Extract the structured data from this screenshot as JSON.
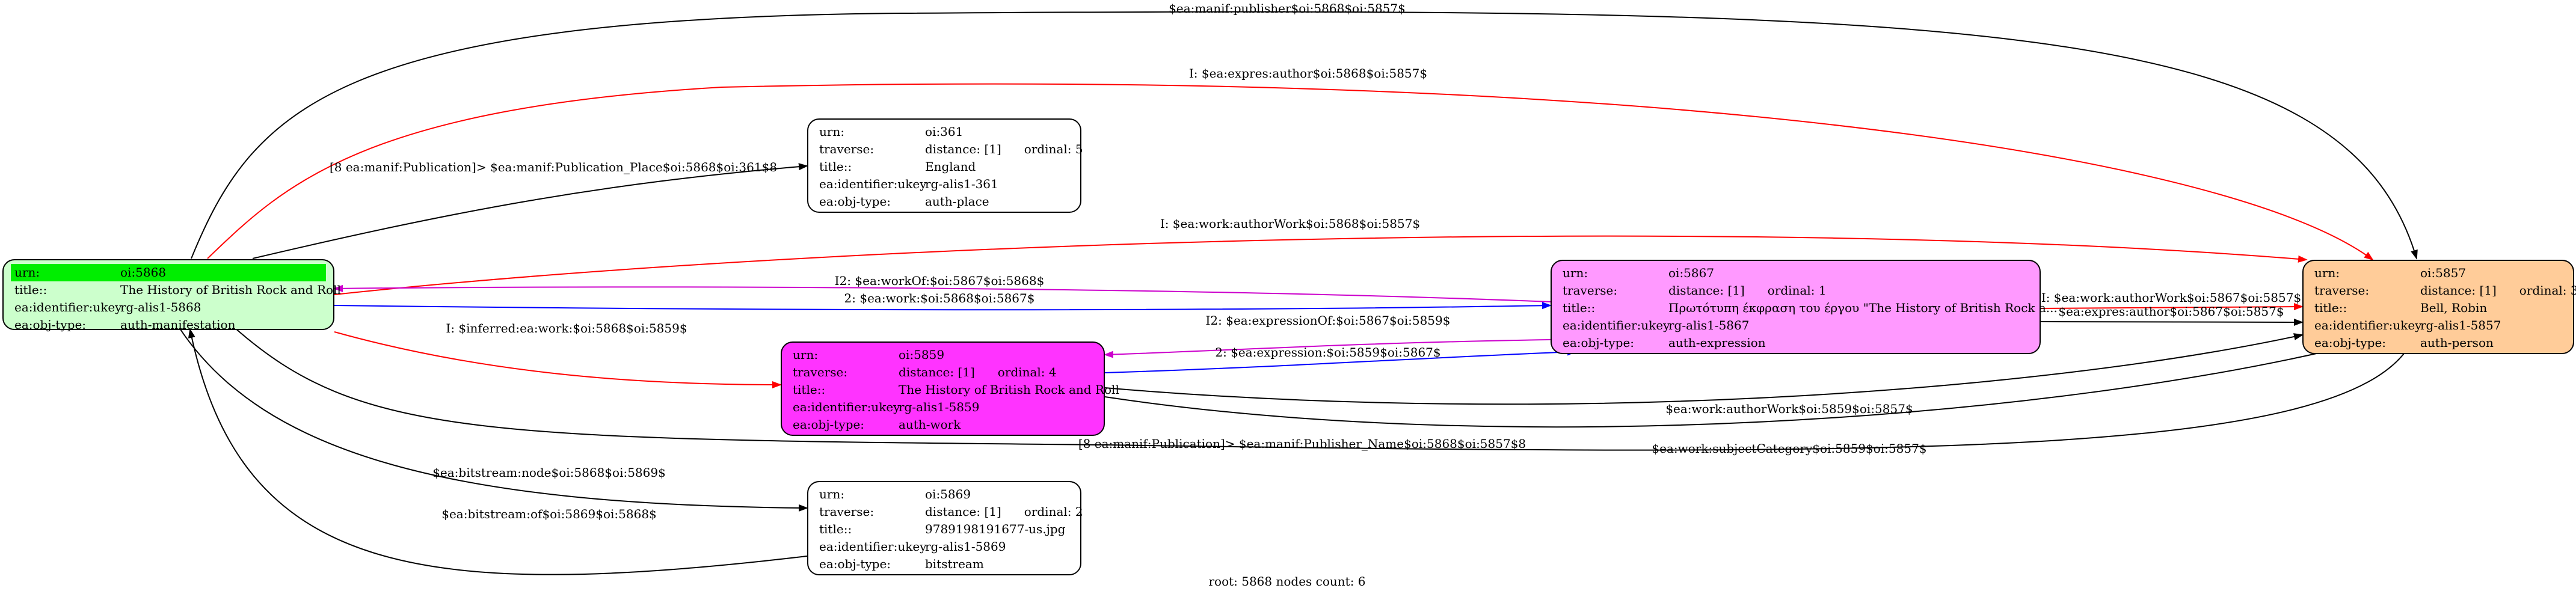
{
  "nodes": {
    "n5868": {
      "rows": [
        {
          "k": "urn:",
          "v": "oi:5868"
        },
        {
          "k": "title::",
          "v": "The History of British Rock and Roll"
        },
        {
          "k": "ea:identifier:ukey",
          "v": "rg-alis1-5868"
        },
        {
          "k": "ea:obj-type:",
          "v": "auth-manifestation"
        }
      ],
      "fill": "#ccffcc",
      "highlight": "#00ee00"
    },
    "n361": {
      "rows": [
        {
          "k": "urn:",
          "v": "oi:361"
        },
        {
          "k": "traverse:",
          "v": "distance: [1]",
          "o": "ordinal: 5"
        },
        {
          "k": "title::",
          "v": "England"
        },
        {
          "k": "ea:identifier:ukey",
          "v": "rg-alis1-361"
        },
        {
          "k": "ea:obj-type:",
          "v": "auth-place"
        }
      ],
      "fill": "#ffffff"
    },
    "n5867": {
      "rows": [
        {
          "k": "urn:",
          "v": "oi:5867"
        },
        {
          "k": "traverse:",
          "v": "distance: [1]",
          "o": "ordinal: 1"
        },
        {
          "k": "title::",
          "v": "Πρωτότυπη έκφραση του έργου \"The History of British Rock a..."
        },
        {
          "k": "ea:identifier:ukey",
          "v": "rg-alis1-5867"
        },
        {
          "k": "ea:obj-type:",
          "v": "auth-expression"
        }
      ],
      "fill": "#ff99ff"
    },
    "n5859": {
      "rows": [
        {
          "k": "urn:",
          "v": "oi:5859"
        },
        {
          "k": "traverse:",
          "v": "distance: [1]",
          "o": "ordinal: 4"
        },
        {
          "k": "title::",
          "v": "The History of British Rock and Roll"
        },
        {
          "k": "ea:identifier:ukey",
          "v": "rg-alis1-5859"
        },
        {
          "k": "ea:obj-type:",
          "v": "auth-work"
        }
      ],
      "fill": "#ff33ff"
    },
    "n5857": {
      "rows": [
        {
          "k": "urn:",
          "v": "oi:5857"
        },
        {
          "k": "traverse:",
          "v": "distance: [1]",
          "o": "ordinal: 3"
        },
        {
          "k": "title::",
          "v": "Bell, Robin"
        },
        {
          "k": "ea:identifier:ukey",
          "v": "rg-alis1-5857"
        },
        {
          "k": "ea:obj-type:",
          "v": "auth-person"
        }
      ],
      "fill": "#ffcc99"
    },
    "n5869": {
      "rows": [
        {
          "k": "urn:",
          "v": "oi:5869"
        },
        {
          "k": "traverse:",
          "v": "distance: [1]",
          "o": "ordinal: 2"
        },
        {
          "k": "title::",
          "v": "9789198191677-us.jpg"
        },
        {
          "k": "ea:identifier:ukey",
          "v": "rg-alis1-5869"
        },
        {
          "k": "ea:obj-type:",
          "v": "bitstream"
        }
      ],
      "fill": "#ffffff"
    }
  },
  "edges": [
    {
      "id": "e1",
      "label": "$ea:manif:publisher$oi:5868$oi:5857$",
      "color": "#000000"
    },
    {
      "id": "e2",
      "label": "I: $ea:expres:author$oi:5868$oi:5857$",
      "color": "#ff0000"
    },
    {
      "id": "e3",
      "label": "[8 ea:manif:Publication]> $ea:manif:Publication_Place$oi:5868$oi:361$8",
      "color": "#000000"
    },
    {
      "id": "e4",
      "label": "I: $ea:work:authorWork$oi:5868$oi:5857$",
      "color": "#ff0000"
    },
    {
      "id": "e5",
      "label": "I2: $ea:workOf:$oi:5867$oi:5868$",
      "color": "#cc00cc"
    },
    {
      "id": "e6",
      "label": "2: $ea:work:$oi:5868$oi:5867$",
      "color": "#0000ff"
    },
    {
      "id": "e7",
      "label": "I: $inferred:ea:work:$oi:5868$oi:5859$",
      "color": "#ff0000"
    },
    {
      "id": "e8",
      "label": "I2: $ea:expressionOf:$oi:5867$oi:5859$",
      "color": "#cc00cc"
    },
    {
      "id": "e9",
      "label": "2: $ea:expression:$oi:5859$oi:5867$",
      "color": "#0000ff"
    },
    {
      "id": "e10",
      "label": "I: $ea:work:authorWork$oi:5867$oi:5857$",
      "color": "#ff0000"
    },
    {
      "id": "e11",
      "label": "$ea:expres:author$oi:5867$oi:5857$",
      "color": "#000000"
    },
    {
      "id": "e12",
      "label": "$ea:work:authorWork$oi:5859$oi:5857$",
      "color": "#000000"
    },
    {
      "id": "e13",
      "label": "$ea:work:subjectCategory$oi:5859$oi:5857$",
      "color": "#000000"
    },
    {
      "id": "e14",
      "label": "[8 ea:manif:Publication]> $ea:manif:Publisher_Name$oi:5868$oi:5857$8",
      "color": "#000000"
    },
    {
      "id": "e15",
      "label": "$ea:bitstream:node$oi:5868$oi:5869$",
      "color": "#000000"
    },
    {
      "id": "e16",
      "label": "$ea:bitstream:of$oi:5869$oi:5868$",
      "color": "#000000"
    }
  ],
  "footer": "root: 5868 nodes count: 6"
}
